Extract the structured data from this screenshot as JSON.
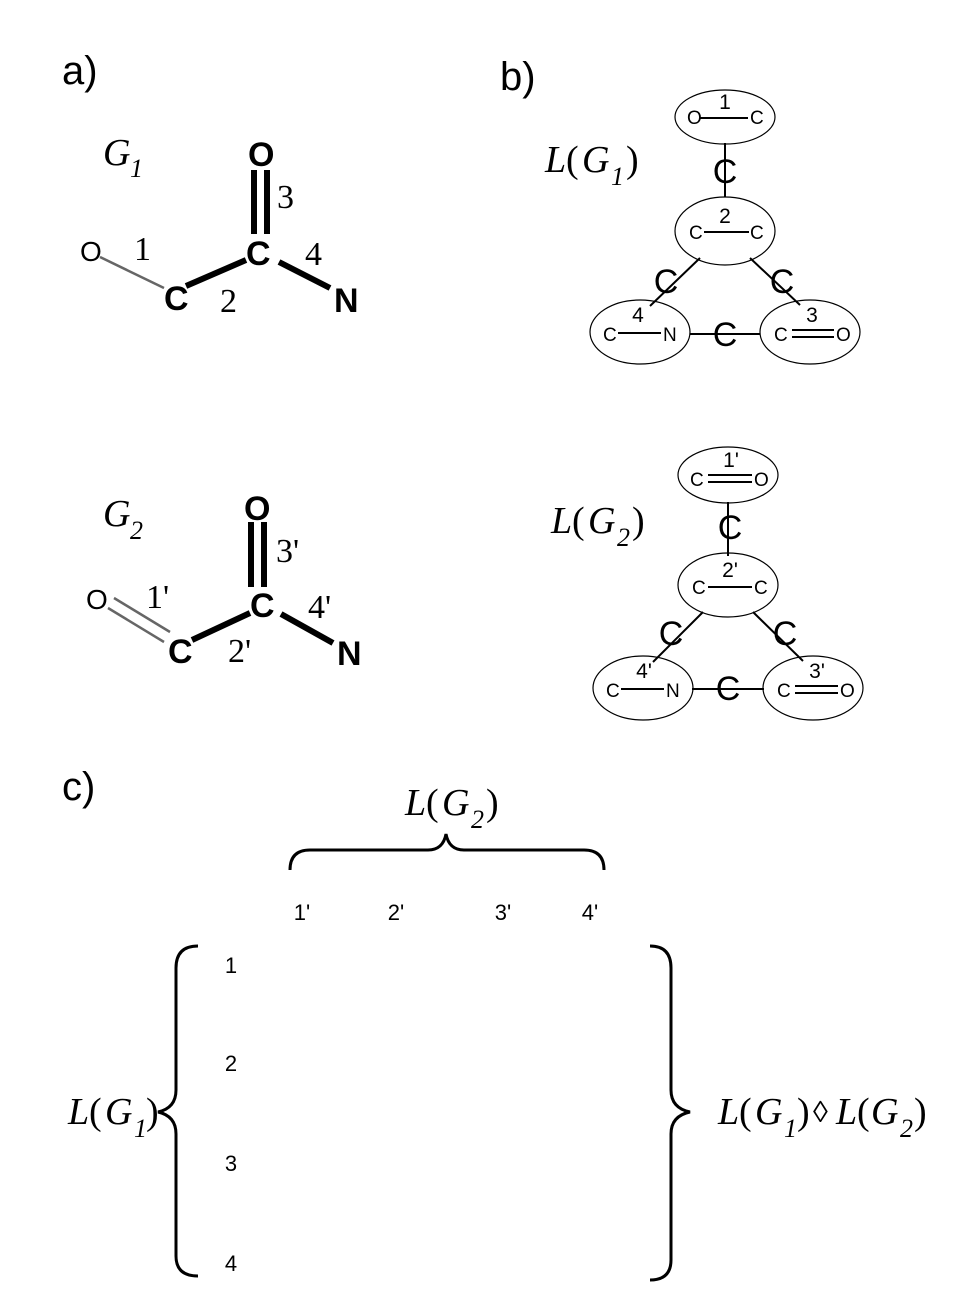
{
  "panels": {
    "a": "a)",
    "b": "b)",
    "c": "c)"
  },
  "graph1": {
    "name": "G",
    "sub": "1",
    "atoms": {
      "o_end": "O",
      "c_left": "C",
      "c_center": "C",
      "o_top": "O",
      "n": "N"
    },
    "bonds": [
      "1",
      "2",
      "3",
      "4"
    ]
  },
  "graph2": {
    "name": "G",
    "sub": "2",
    "atoms": {
      "o_end": "O",
      "c_left": "C",
      "c_center": "C",
      "o_top": "O",
      "n": "N"
    },
    "bonds": [
      "1'",
      "2'",
      "3'",
      "4'"
    ]
  },
  "line_graph1": {
    "L": "L",
    "open": "(",
    "G": "G",
    "sub": "1",
    "close": ")",
    "nodes": [
      {
        "num": "1",
        "left": "O",
        "right": "C"
      },
      {
        "num": "2",
        "left": "C",
        "right": "C"
      },
      {
        "num": "3",
        "left": "C",
        "right": "O"
      },
      {
        "num": "4",
        "left": "C",
        "right": "N"
      }
    ],
    "edge_label": "C"
  },
  "line_graph2": {
    "L": "L",
    "open": "(",
    "G": "G",
    "sub": "2",
    "close": ")",
    "nodes": [
      {
        "num": "1'",
        "left": "C",
        "right": "O"
      },
      {
        "num": "2'",
        "left": "C",
        "right": "C"
      },
      {
        "num": "3'",
        "left": "C",
        "right": "O"
      },
      {
        "num": "4'",
        "left": "C",
        "right": "N"
      }
    ],
    "edge_label": "C"
  },
  "matrix": {
    "top": {
      "L": "L",
      "open": "(",
      "G": "G",
      "sub": "2",
      "close": ")"
    },
    "left": {
      "L": "L",
      "open": "(",
      "G": "G",
      "sub": "1",
      "close": ")"
    },
    "right": {
      "L1": "L",
      "open1": "(",
      "G1": "G",
      "sub1": "1",
      "close1": ")",
      "op": "◊",
      "L2": "L",
      "open2": "(",
      "G2": "G",
      "sub2": "2",
      "close2": ")"
    },
    "col_labels": [
      "1'",
      "2'",
      "3'",
      "4'"
    ],
    "row_labels": [
      "1",
      "2",
      "3",
      "4"
    ]
  }
}
